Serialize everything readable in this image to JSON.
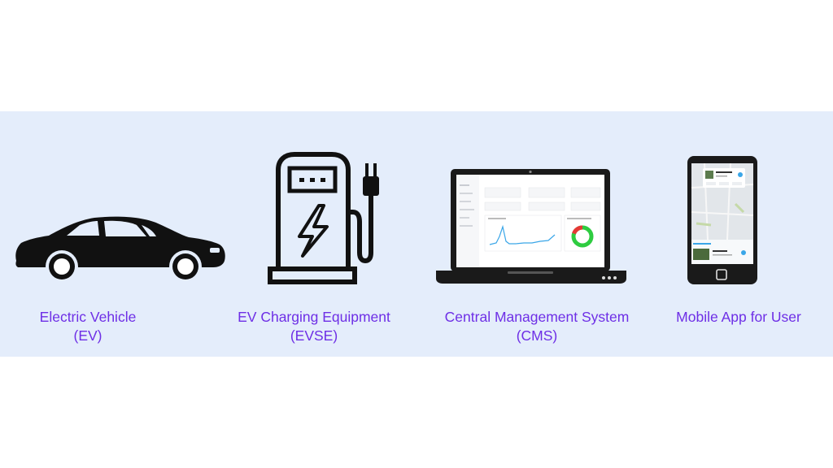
{
  "components": [
    {
      "id": "ev",
      "line1": "Electric Vehicle",
      "line2": "(EV)",
      "icon": "car-icon"
    },
    {
      "id": "evse",
      "line1": "EV Charging Equipment",
      "line2": "(EVSE)",
      "icon": "charging-station-icon"
    },
    {
      "id": "cms",
      "line1": "Central Management System",
      "line2": "(CMS)",
      "icon": "laptop-dashboard-icon"
    },
    {
      "id": "app",
      "line1": "Mobile App for User",
      "line2": "",
      "icon": "smartphone-app-icon"
    }
  ],
  "colors": {
    "band": "#e4edfb",
    "label": "#6e2fe6",
    "device": "#111111",
    "accent_green": "#2ecc40",
    "accent_red": "#e53935",
    "chart_line": "#3aa6e8"
  }
}
